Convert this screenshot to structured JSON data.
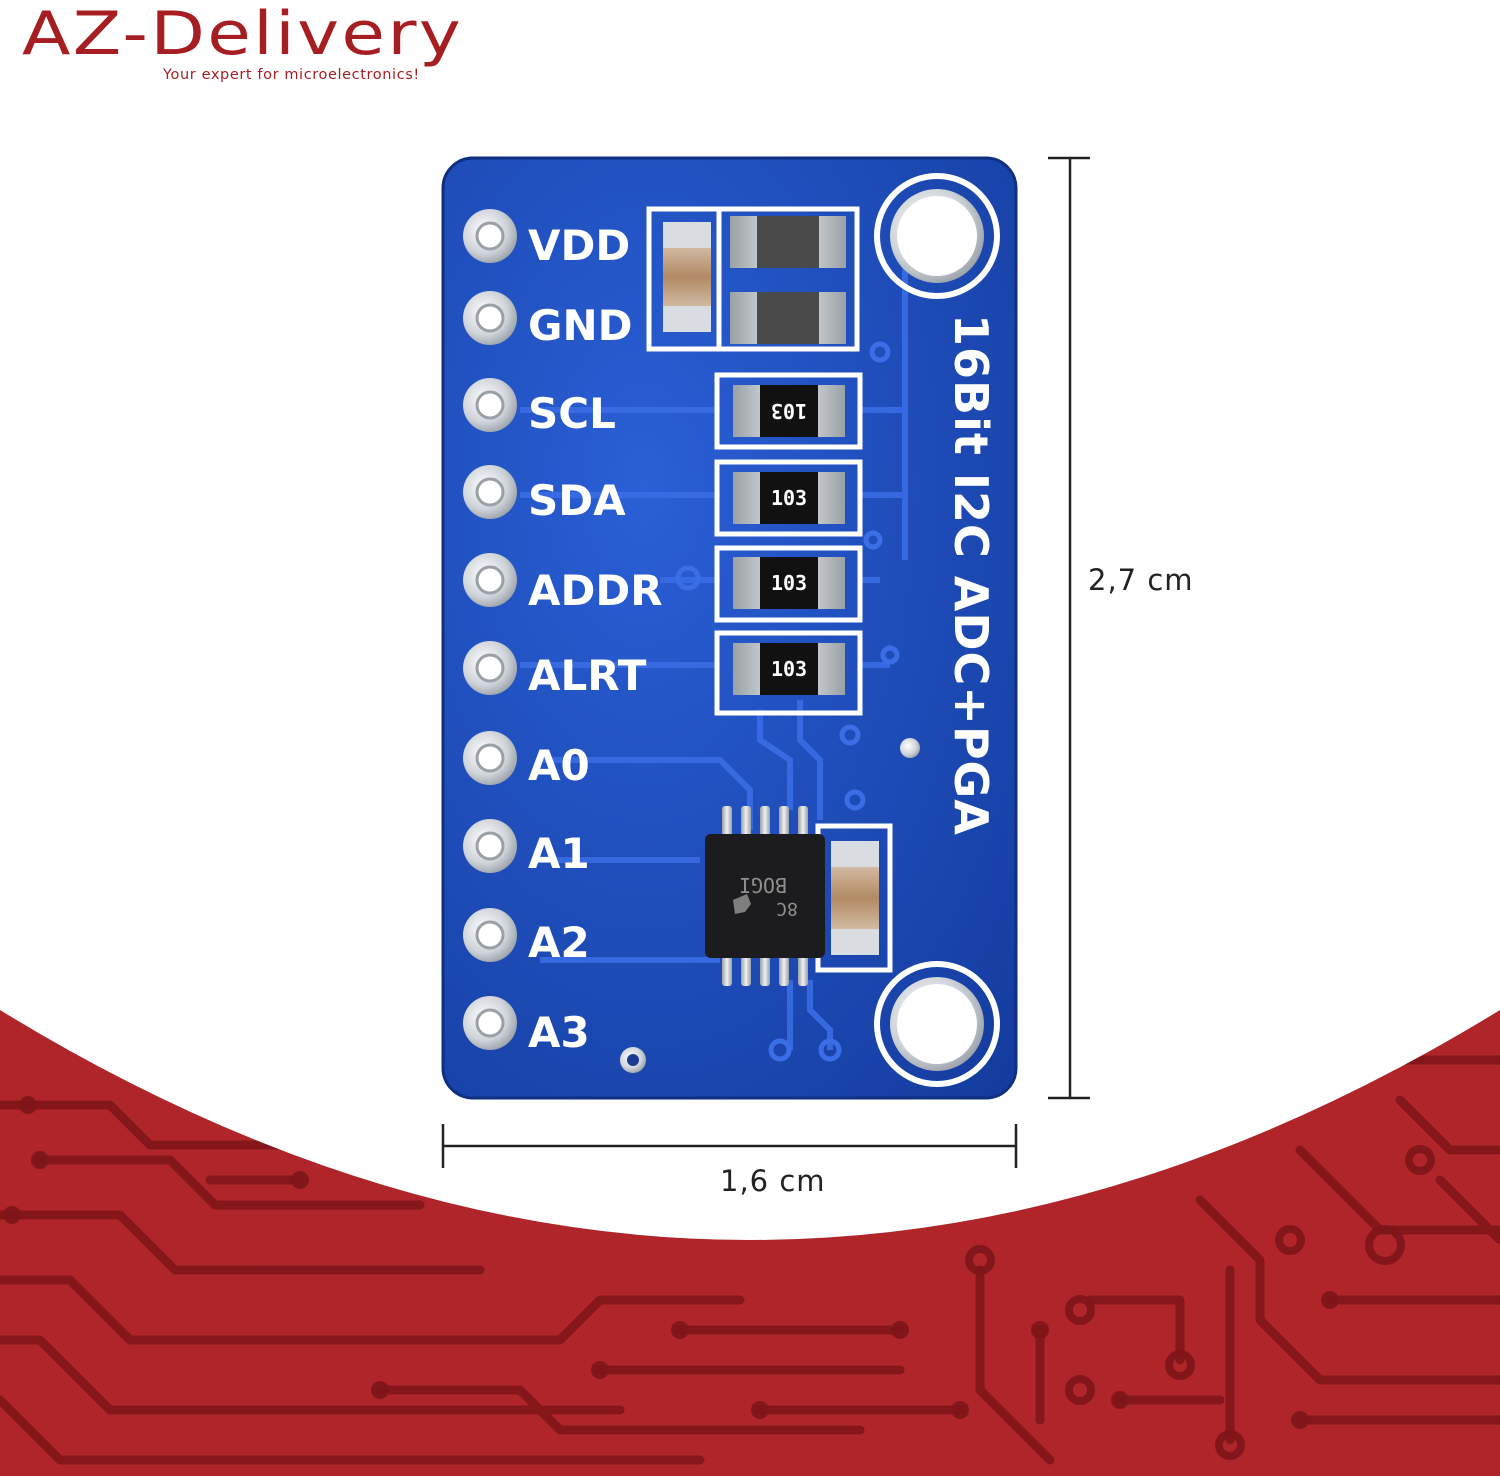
{
  "brand": {
    "name": "AZ-Delivery",
    "tagline": "Your expert for microelectronics!",
    "color": "#a61e22"
  },
  "module": {
    "pins": [
      "VDD",
      "GND",
      "SCL",
      "SDA",
      "ADDR",
      "ALRT",
      "A0",
      "A1",
      "A2",
      "A3"
    ],
    "silkscreen_title": "16Bit I2C ADC+PGA",
    "resistor_codes": [
      "103",
      "103",
      "103",
      "103"
    ],
    "chip_marking": "BOGI",
    "chip_code": "8C",
    "board_color": "#1f4fc1"
  },
  "dimensions": {
    "width_label": "1,6 cm",
    "height_label": "2,7 cm"
  },
  "background": {
    "circuit_color": "#b0252a"
  }
}
